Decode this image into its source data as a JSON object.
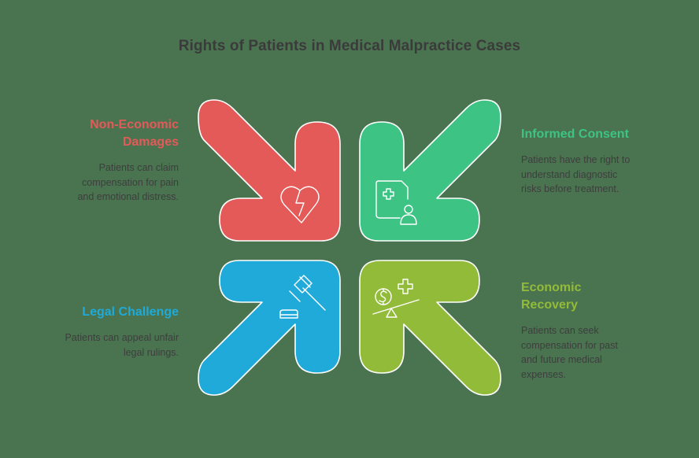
{
  "title": "Rights of Patients in Medical Malpractice Cases",
  "colors": {
    "background": "#4a7350",
    "title": "#3b3b3b",
    "body_text": "#3e3e3e",
    "outline": "#ffffff"
  },
  "items": [
    {
      "id": "non-economic-damages",
      "heading": "Non-Economic Damages",
      "heading_lines": [
        "Non-Economic",
        "Damages"
      ],
      "body_lines": [
        "Patients can claim",
        "compensation for pain",
        "and emotional distress."
      ],
      "color": "#e45a58",
      "arrow_direction": "down-right",
      "icon": "broken-heart-icon",
      "position": "top-left"
    },
    {
      "id": "informed-consent",
      "heading": "Informed Consent",
      "heading_lines": [
        "Informed Consent"
      ],
      "body_lines": [
        "Patients have the right to",
        "understand diagnostic",
        "risks before treatment."
      ],
      "color": "#3dc485",
      "arrow_direction": "down-left",
      "icon": "medical-record-patient-icon",
      "position": "top-right"
    },
    {
      "id": "legal-challenge",
      "heading": "Legal Challenge",
      "heading_lines": [
        "Legal Challenge"
      ],
      "body_lines": [
        "Patients can appeal unfair",
        "legal rulings."
      ],
      "color": "#1faad9",
      "arrow_direction": "up-right",
      "icon": "gavel-icon",
      "position": "bottom-left"
    },
    {
      "id": "economic-recovery",
      "heading": "Economic Recovery",
      "heading_lines": [
        "Economic",
        "Recovery"
      ],
      "body_lines": [
        "Patients can seek",
        "compensation for past",
        "and future medical",
        "expenses."
      ],
      "color": "#93bb3a",
      "arrow_direction": "up-left",
      "icon": "money-health-balance-icon",
      "position": "bottom-right"
    }
  ]
}
